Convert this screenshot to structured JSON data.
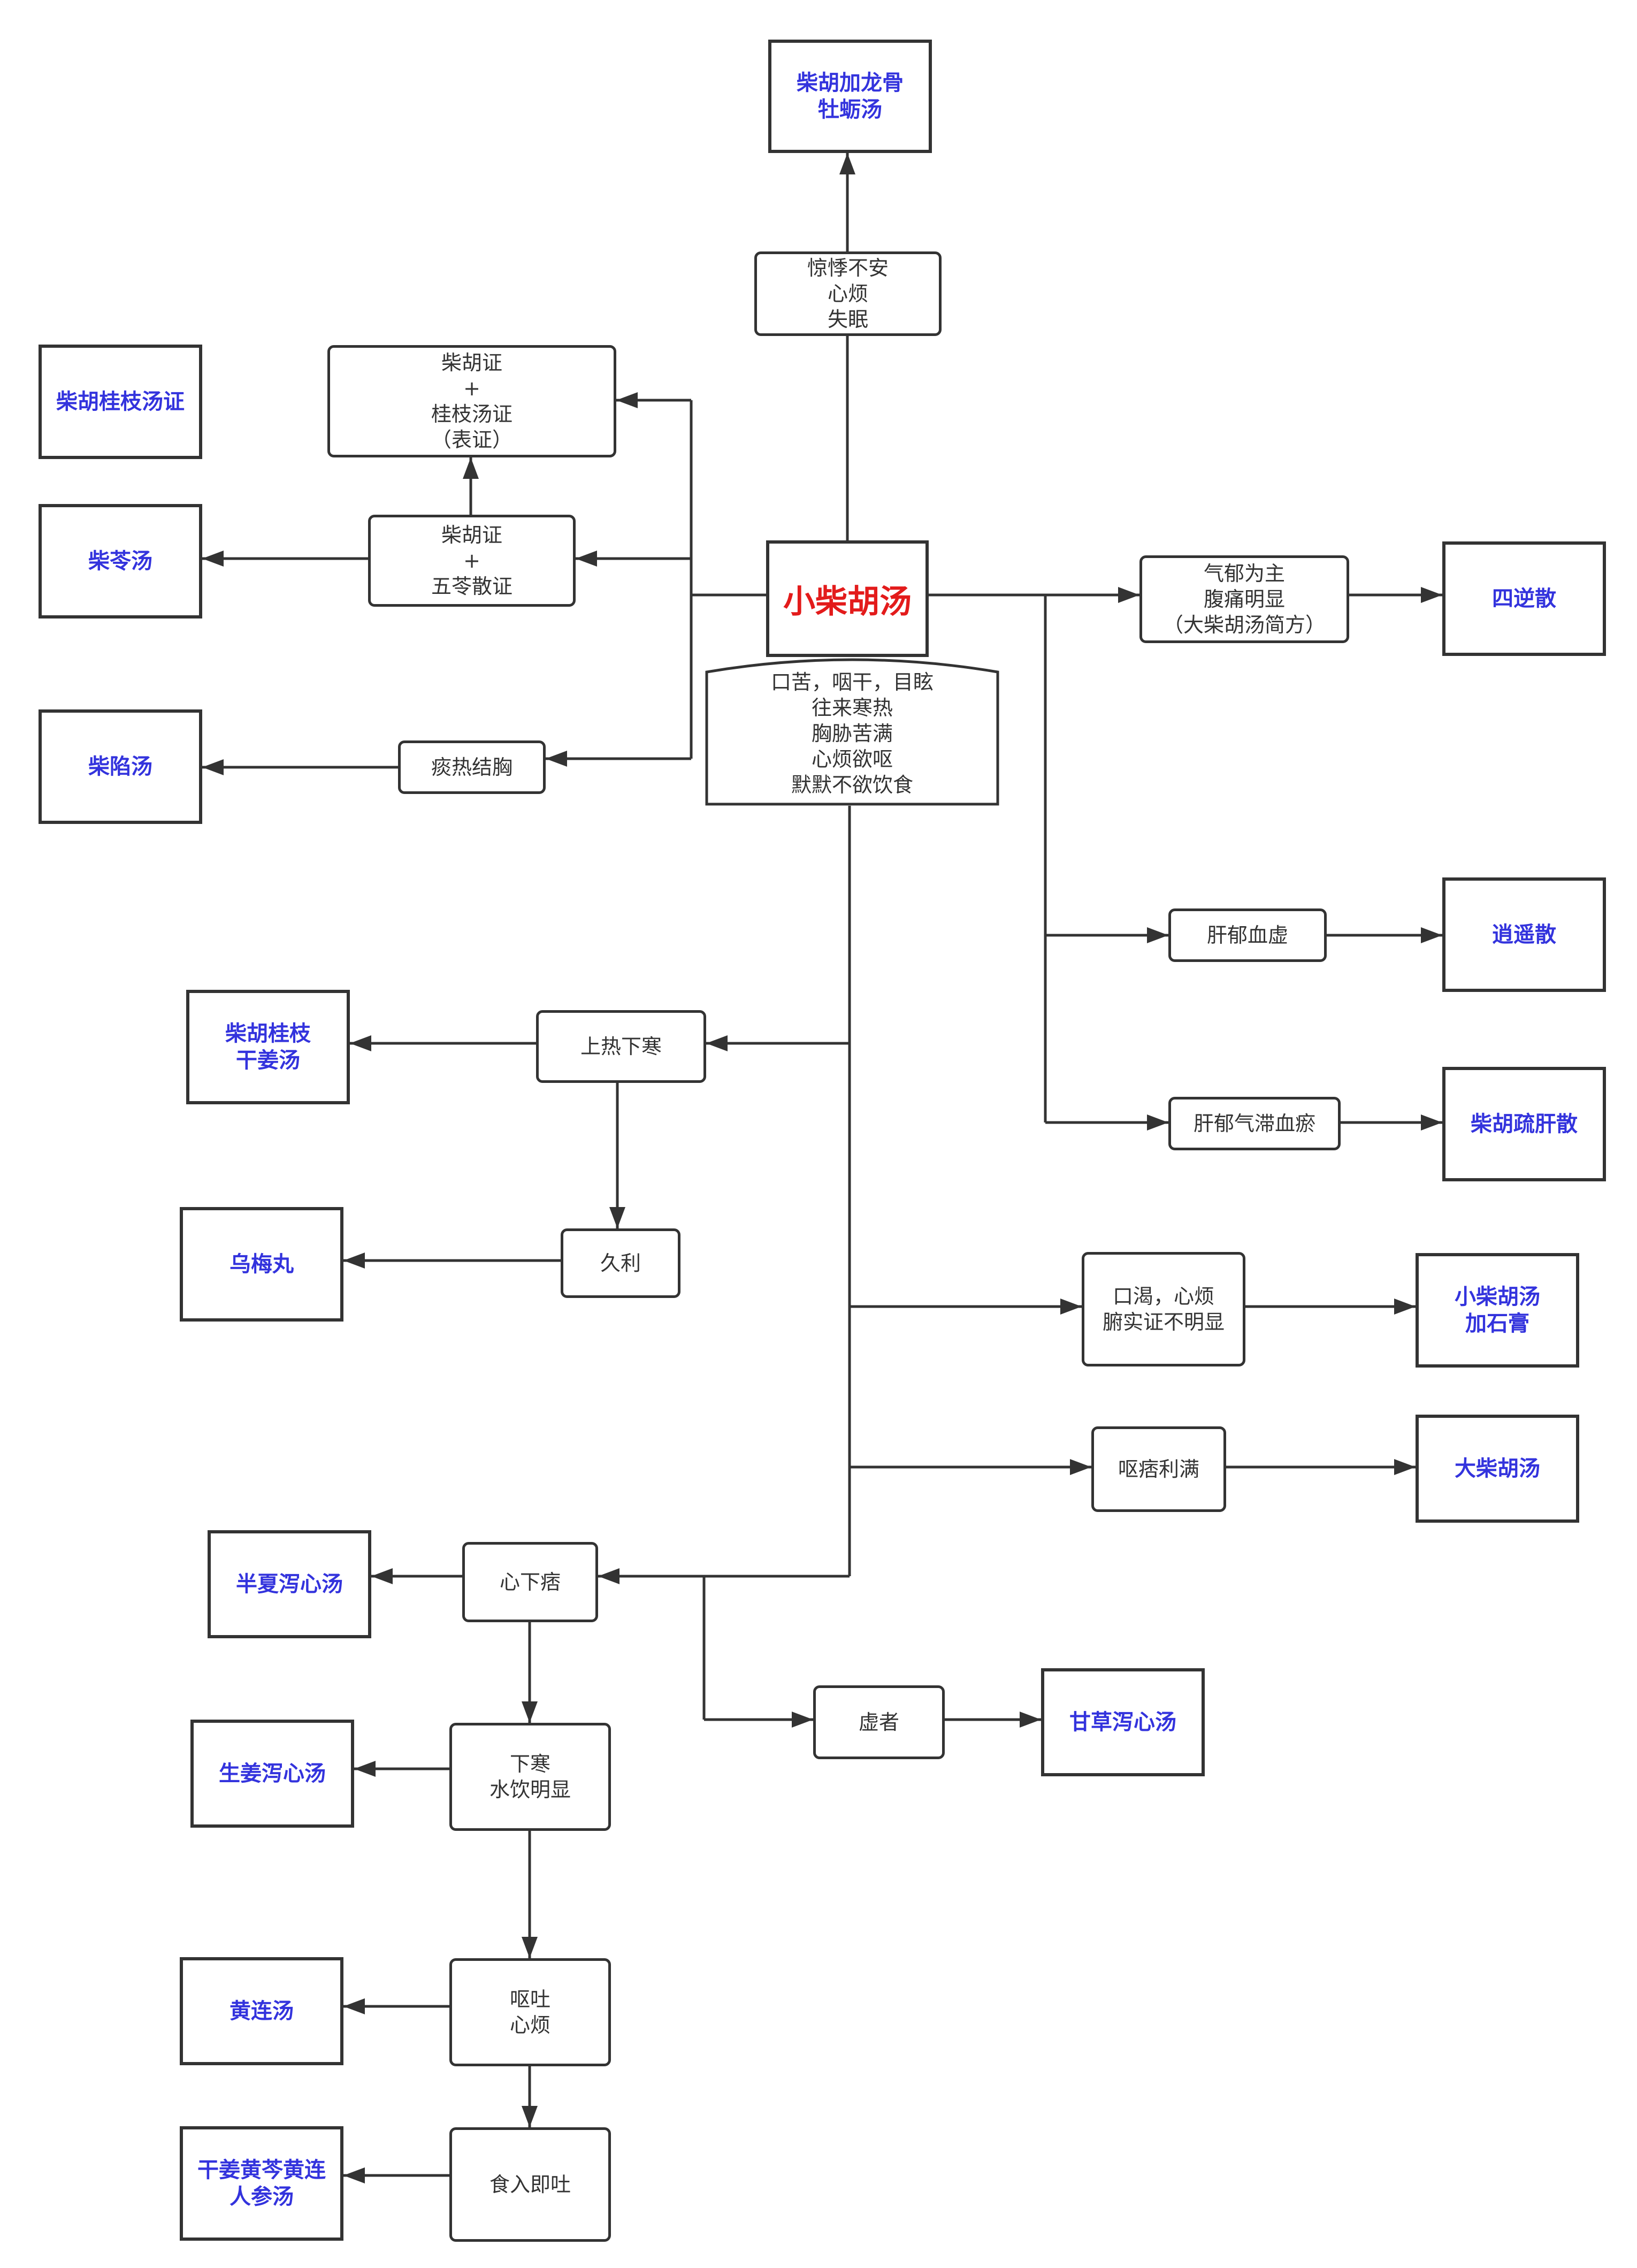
{
  "central": "小柴胡汤",
  "symptoms": [
    "口苦，咽干，目眩",
    "往来寒热",
    "胸胁苦满",
    "心烦欲呕",
    "默默不欲饮食"
  ],
  "colors": {
    "line": "#333333",
    "formula": "#3333dd",
    "central": "#e31b1b"
  },
  "conditions": {
    "jingji": [
      "惊悸不安",
      "心烦",
      "失眠"
    ],
    "guizhi_zheng": [
      "柴胡证",
      "+",
      "桂枝汤证",
      "（表证）"
    ],
    "wuling_zheng": [
      "柴胡证",
      "+",
      "五苓散证"
    ],
    "tanre": [
      "痰热结胸"
    ],
    "qiyu": [
      "气郁为主",
      "腹痛明显",
      "（大柴胡汤简方）"
    ],
    "ganyu_xuexu": [
      "肝郁血虚"
    ],
    "ganyu_qizhi": [
      "肝郁气滞血瘀"
    ],
    "shangre": [
      "上热下寒"
    ],
    "jiuli": [
      "久利"
    ],
    "kouke": [
      "口渴，心烦",
      "腑实证不明显"
    ],
    "oupi": [
      "呕痞利满"
    ],
    "xinxiapi": [
      "心下痞"
    ],
    "xuzhe": [
      "虚者"
    ],
    "xiahan": [
      "下寒",
      "水饮明显"
    ],
    "outu": [
      "呕吐",
      "心烦"
    ],
    "shiru": [
      "食入即吐"
    ]
  },
  "formulas": {
    "longgu": [
      "柴胡加龙骨",
      "牡蛎汤"
    ],
    "guizhi": [
      "柴胡桂枝汤证"
    ],
    "chailing": [
      "柴苓汤"
    ],
    "chaixian": [
      "柴陷汤"
    ],
    "sini": [
      "四逆散"
    ],
    "xiaoyao": [
      "逍遥散"
    ],
    "shugan": [
      "柴胡疏肝散"
    ],
    "guizhi_ganjiang": [
      "柴胡桂枝",
      "干姜汤"
    ],
    "wumei": [
      "乌梅丸"
    ],
    "shigao": [
      "小柴胡汤",
      "加石膏"
    ],
    "dachaihu": [
      "大柴胡汤"
    ],
    "banxia": [
      "半夏泻心汤"
    ],
    "gancao": [
      "甘草泻心汤"
    ],
    "shengjiang": [
      "生姜泻心汤"
    ],
    "huanglian": [
      "黄连汤"
    ],
    "ganjiang_huangqin": [
      "干姜黄芩黄连",
      "人参汤"
    ]
  }
}
